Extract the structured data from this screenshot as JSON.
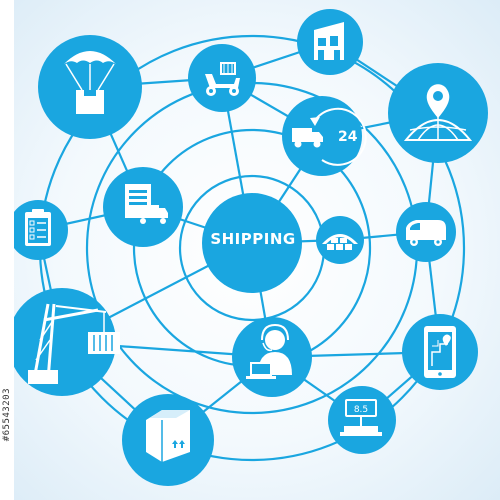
{
  "diagram": {
    "center_label": "SHIPPING",
    "accent_color": "#1aa6e0",
    "icon_color": "#ffffff",
    "nodes": [
      {
        "id": "parachute",
        "icon": "parachute-box-icon"
      },
      {
        "id": "scooter",
        "icon": "delivery-scooter-icon"
      },
      {
        "id": "warehouse",
        "icon": "warehouse-building-icon"
      },
      {
        "id": "map-pin",
        "icon": "globe-location-pin-icon"
      },
      {
        "id": "truck-24",
        "icon": "truck-24h-delivery-icon"
      },
      {
        "id": "truck-building",
        "icon": "truck-loading-dock-icon"
      },
      {
        "id": "clipboard",
        "icon": "checklist-clipboard-icon"
      },
      {
        "id": "house",
        "icon": "covered-storage-icon"
      },
      {
        "id": "van",
        "icon": "delivery-van-icon"
      },
      {
        "id": "crane",
        "icon": "port-crane-container-icon"
      },
      {
        "id": "operator",
        "icon": "customer-service-operator-icon"
      },
      {
        "id": "tablet-map",
        "icon": "tablet-map-route-icon"
      },
      {
        "id": "parcel",
        "icon": "package-box-icon"
      },
      {
        "id": "scale",
        "icon": "weighing-scale-icon"
      }
    ],
    "scale_display": "8.5",
    "truck_badge": "24"
  },
  "stock_id": "#65543203"
}
